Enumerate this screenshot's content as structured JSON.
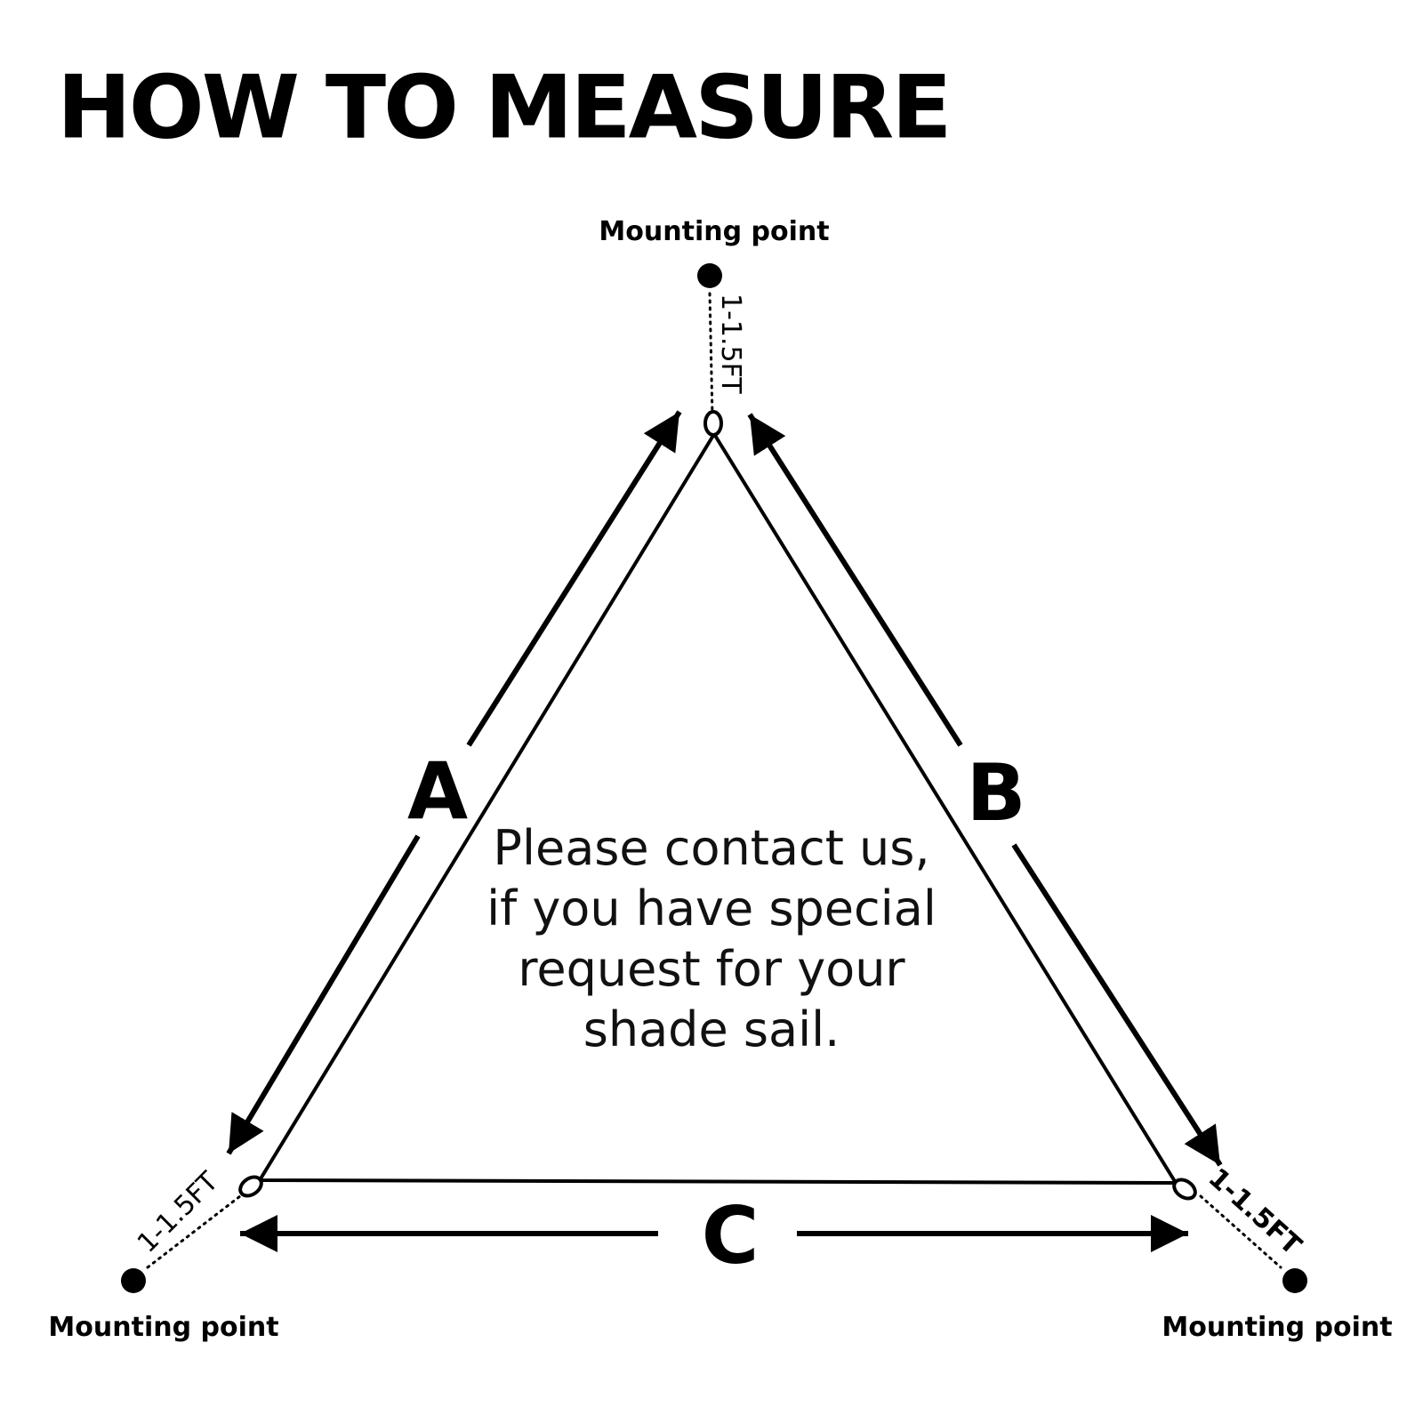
{
  "title": "HOW TO MEASURE",
  "mounting_points": {
    "top": "Mounting point",
    "bottom_left": "Mounting point",
    "bottom_right": "Mounting point"
  },
  "distances": {
    "top": "1-1.5FT",
    "bottom_left": "1-1.5FT",
    "bottom_right": "1-1.5FT"
  },
  "sides": {
    "a": "A",
    "b": "B",
    "c": "C"
  },
  "note": [
    "Please contact us,",
    "if you have special",
    "request for your",
    "shade sail."
  ],
  "colors": {
    "ink": "#000000",
    "background": "#ffffff"
  }
}
